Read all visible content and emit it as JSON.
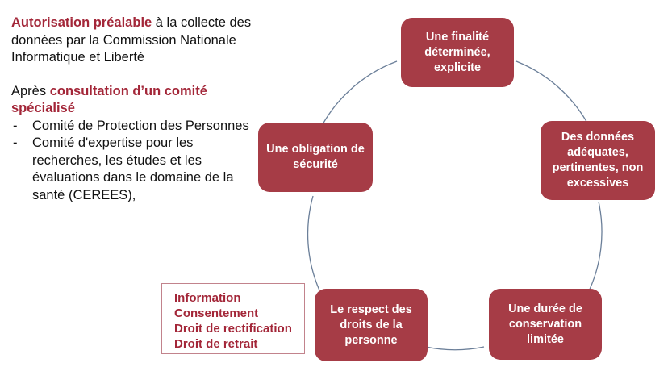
{
  "left_panel": {
    "paragraph1": {
      "accent": "Autorisation préalable",
      "rest": " à la collecte des données par la Commission Nationale Informatique et Liberté"
    },
    "paragraph2": {
      "prefix": "Après ",
      "accent": "consultation d’un comité spécialisé"
    },
    "bullets": [
      {
        "marker": "-",
        "text": "Comité de Protection des Personnes"
      },
      {
        "marker": "-",
        "text": "Comité d'expertise pour les recherches, les études et les évaluations dans le domaine de la santé (CEREES),"
      }
    ]
  },
  "rights_box": {
    "lines": [
      "Information",
      "Consentement",
      "Droit de rectification",
      "Droit de retrait"
    ]
  },
  "cycle": {
    "nodes": [
      {
        "id": "finalite",
        "label": "Une finalité déterminée, explicite"
      },
      {
        "id": "donnees",
        "label": "Des données adéquates, pertinentes, non excessives"
      },
      {
        "id": "duree",
        "label": "Une durée de conservation limitée"
      },
      {
        "id": "respect",
        "label": "Le respect des droits de la personne"
      },
      {
        "id": "securite",
        "label": "Une obligation de sécurité"
      }
    ]
  },
  "colors": {
    "accent_text": "#A32638",
    "node_fill": "#A63C46",
    "node_text": "#FFFFFF",
    "ring_stroke": "#6B7F99",
    "rights_box_border": "#C2838C",
    "body_text": "#111111",
    "background": "#FFFFFF"
  }
}
